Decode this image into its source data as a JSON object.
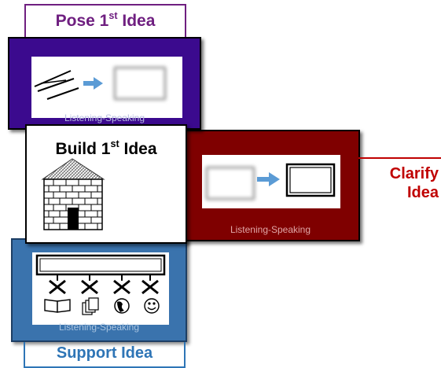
{
  "pose": {
    "label": "Pose 1",
    "label_sup": "st",
    "label_suffix": " Idea",
    "caption": "Listening-Speaking"
  },
  "build": {
    "label": "Build 1",
    "label_sup": "st",
    "label_suffix": " Idea"
  },
  "clarify": {
    "label_line1": "Clarify",
    "label_line2": "Idea",
    "caption": "Listening-Speaking"
  },
  "support": {
    "label": "Support Idea",
    "caption": "Listening-Speaking"
  },
  "colors": {
    "pose": "#3b0a8e",
    "pose_text": "#6f1f80",
    "clarify": "#7f0000",
    "clarify_text": "#c00000",
    "support": "#3a73ad",
    "support_text": "#2e75b6",
    "arrow": "#5b9bd5"
  },
  "icons": [
    "scattered-lines-icon",
    "arrow-right-icon",
    "blurred-box-icon",
    "framed-box-icon",
    "brick-house-icon",
    "cross-icon",
    "book-icon",
    "documents-icon",
    "globe-icon",
    "smiley-icon"
  ]
}
